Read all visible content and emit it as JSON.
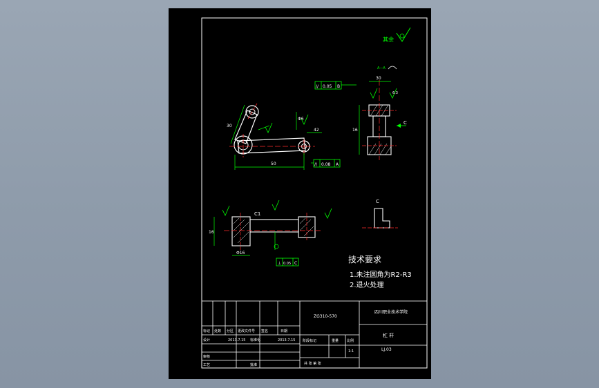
{
  "technical_requirements": {
    "title": "技术要求",
    "items": [
      "1.未注圆角为R2-R3",
      "2.退火处理"
    ]
  },
  "surface_finish_note": "其余",
  "section_label": "C",
  "dimensions": {
    "side_length": "50",
    "center_spacing": "42",
    "arm_length": "30",
    "bore_left": "Φ16",
    "bore_right": "Φ6",
    "height_a": "16",
    "width_b": "30",
    "chamfer": "C1",
    "roughness": "6.3"
  },
  "tolerance_frames": [
    {
      "symbol": "//",
      "value": "0.05",
      "datum": "B"
    },
    {
      "symbol": "//",
      "value": "0.08",
      "datum": "A"
    },
    {
      "symbol": "⊥",
      "value": "0.05",
      "datum": "C"
    }
  ],
  "title_block": {
    "drawing_code": "ZG310-570",
    "school": "四川职业技术学院",
    "part_name": "杠  杆",
    "drawing_number": "LJ.03",
    "scale": "1:1",
    "row_labels": [
      "标记",
      "处数",
      "分区",
      "更改文件号",
      "签名",
      "日期"
    ],
    "designer_label": "设计",
    "designer_date": "2013.7.15",
    "standard_label": "标准化",
    "standard_date": "2013.7.15",
    "stage_label": "阶段标记",
    "weight_label": "重量",
    "scale_label": "比例",
    "review_label": "审核",
    "process_label": "工艺",
    "approve_label": "批准",
    "sheet_count": "共   张   第   张"
  }
}
